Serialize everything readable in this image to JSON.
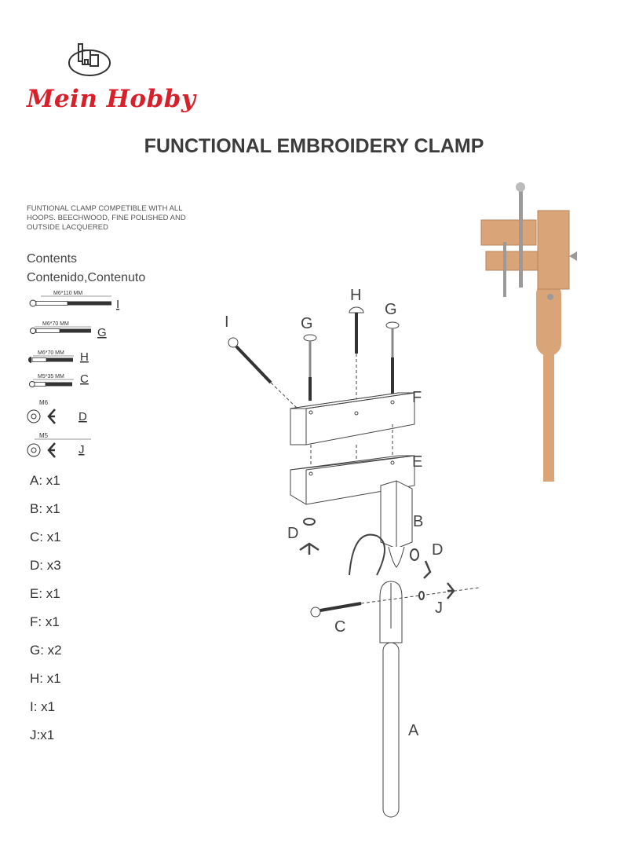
{
  "brand": {
    "name": "Mein Hobby",
    "logo_icon": "castle-logo-icon",
    "color": "#d7202a"
  },
  "title": "FUNCTIONAL EMBROIDERY CLAMP",
  "description": "FUNTIONAL CLAMP COMPETIBLE WITH ALL HOOPS. BEECHWOOD, FINE POLISHED AND OUTSIDE LACQUERED",
  "contents": {
    "heading": "Contents",
    "subheading": "Contenido,Contenuto"
  },
  "parts": [
    {
      "size": "M6*110 MM",
      "label": "I"
    },
    {
      "size": "M6*70 MM",
      "label": "G"
    },
    {
      "size": "M6*70 MM",
      "label": "H"
    },
    {
      "size": "M5*35 MM",
      "label": "C"
    },
    {
      "size": "M6",
      "label": "D"
    },
    {
      "size": "M5",
      "label": "J"
    }
  ],
  "quantities": [
    "A: x1",
    "B: x1",
    "C: x1",
    "D: x3",
    "E: x1",
    "F: x1",
    "G: x2",
    "H: x1",
    "I: x1",
    "J:x1"
  ],
  "diagram_labels": {
    "I": "I",
    "G1": "G",
    "H": "H",
    "G2": "G",
    "F": "F",
    "E": "E",
    "B": "B",
    "D1": "D",
    "D2": "D",
    "J": "J",
    "C": "C",
    "A": "A"
  },
  "colors": {
    "wood": "#d9a578",
    "wood_dark": "#b9835a",
    "line": "#444444"
  }
}
